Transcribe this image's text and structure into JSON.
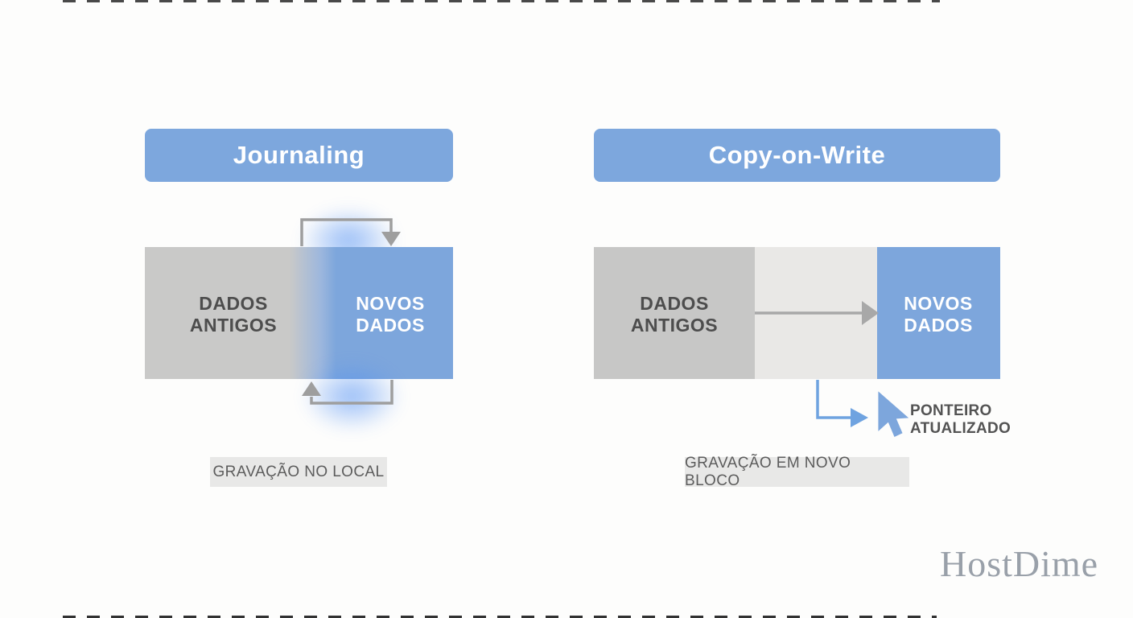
{
  "page": {
    "background": "#fdfdfc"
  },
  "colors": {
    "accent_blue": "#7da7dd",
    "block_gray": "#c8c8c7",
    "block_light_gray": "#e9e8e6",
    "arrow_gray": "#9e9e9e",
    "pointer_blue": "#6fa3e0",
    "caption_bg": "#e8e8e7",
    "text_dark": "#4d4d4d"
  },
  "left_panel": {
    "title": "Journaling",
    "old_data_label": "DADOS ANTIGOS",
    "new_data_label": "NOVOS DADOS",
    "caption": "GRAVAÇÃO NO LOCAL"
  },
  "right_panel": {
    "title": "Copy-on-Write",
    "old_data_label": "DADOS ANTIGOS",
    "new_data_label": "NOVOS DADOS",
    "pointer_label": "PONTEIRO ATUALIZADO",
    "caption": "GRAVAÇÃO EM NOVO BLOCO"
  },
  "brand": {
    "logo_text": "HostDime"
  }
}
